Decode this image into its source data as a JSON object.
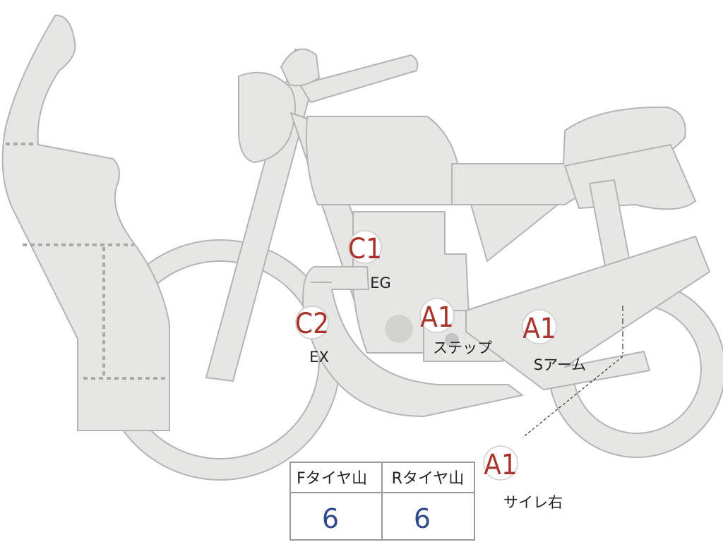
{
  "markers": [
    {
      "id": "c1-eg",
      "grade": "C1",
      "part": "EG"
    },
    {
      "id": "c2-ex",
      "grade": "C2",
      "part": "EX"
    },
    {
      "id": "a1-step",
      "grade": "A1",
      "part": "ステップ"
    },
    {
      "id": "a1-swingarm",
      "grade": "A1",
      "part": "Sアーム"
    },
    {
      "id": "a1-muffler-right",
      "grade": "A1",
      "part": "サイレ右"
    }
  ],
  "tire_table": {
    "headers": [
      "Fタイヤ山",
      "Rタイヤ山"
    ],
    "values": [
      "6",
      "6"
    ]
  },
  "colors": {
    "body_fill": "#e6e6e4",
    "outline": "#b4b4b4",
    "grade_text": "#a8342c",
    "value_text": "#2f4a8c",
    "dotted": "#a9a9a9"
  }
}
